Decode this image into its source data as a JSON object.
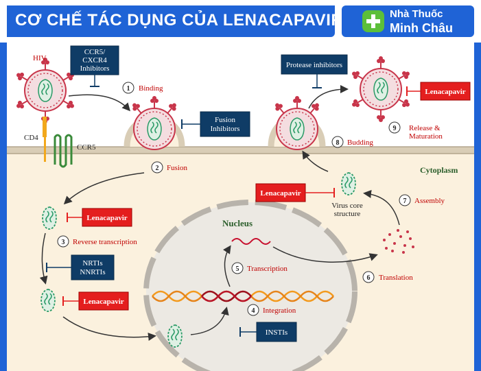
{
  "header": {
    "title": "CƠ CHẾ TÁC DỤNG CỦA LENACAPAVIR",
    "brand_line1": "Nhà Thuốc",
    "brand_line2": "Minh Châu"
  },
  "labels": {
    "hiv": "HIV",
    "cd4": "CD4",
    "ccr5": "CCR5",
    "cytoplasm": "Cytoplasm",
    "nucleus": "Nucleus",
    "virus_core_line1": "Virus core",
    "virus_core_line2": "structure"
  },
  "steps": [
    {
      "num": "1",
      "label": "Binding"
    },
    {
      "num": "2",
      "label": "Fusion"
    },
    {
      "num": "3",
      "label": "Reverse transcription"
    },
    {
      "num": "4",
      "label": "Integration"
    },
    {
      "num": "5",
      "label": "Transcription"
    },
    {
      "num": "6",
      "label": "Translation"
    },
    {
      "num": "7",
      "label": "Assembly"
    },
    {
      "num": "8",
      "label": "Budding"
    },
    {
      "num": "9",
      "label": "Release &",
      "label2": "Maturation"
    }
  ],
  "drugs": {
    "ccr5_line1": "CCR5/",
    "ccr5_line2": "CXCR4",
    "ccr5_line3": "Inhibitors",
    "fusion_line1": "Fusion",
    "fusion_line2": "Inhibitors",
    "protease": "Protease inhibitors",
    "nrti_line1": "NRTIs",
    "nrti_line2": "NNRTIs",
    "insti": "INSTIs",
    "lenacapavir": "Lenacapavir"
  },
  "colors": {
    "header_blue": "#1f63d6",
    "drug_box": "#0f3c66",
    "lenacapavir_box": "#e41e1e",
    "virus_red": "#c8354a",
    "capsid_green": "#2a9a66",
    "rna_red": "#c8102e",
    "dna_orange": "#f39a1e"
  }
}
